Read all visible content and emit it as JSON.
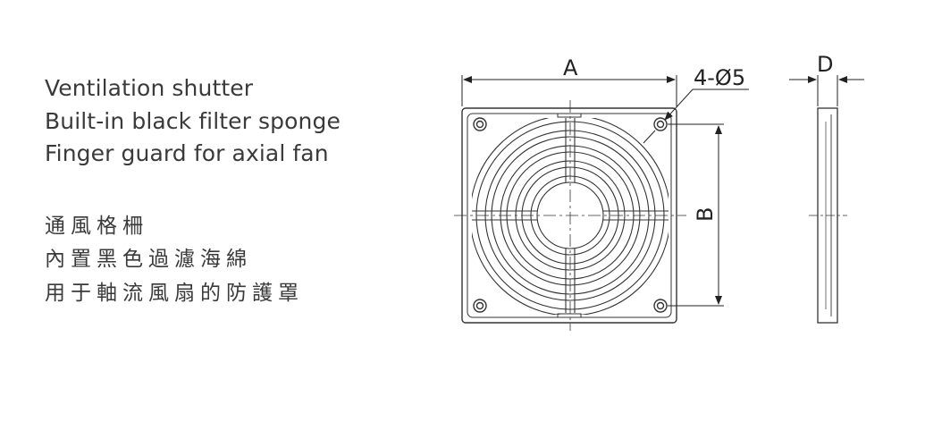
{
  "english_lines": [
    "Ventilation shutter",
    "Built-in black filter sponge",
    "Finger guard for axial fan"
  ],
  "chinese_lines": [
    "通風格柵",
    "內置黑色過濾海綿",
    "用于軸流風扇的防護罩"
  ],
  "dimensions": {
    "a": "A",
    "b": "B",
    "d": "D",
    "holes": "4-Ø5"
  }
}
